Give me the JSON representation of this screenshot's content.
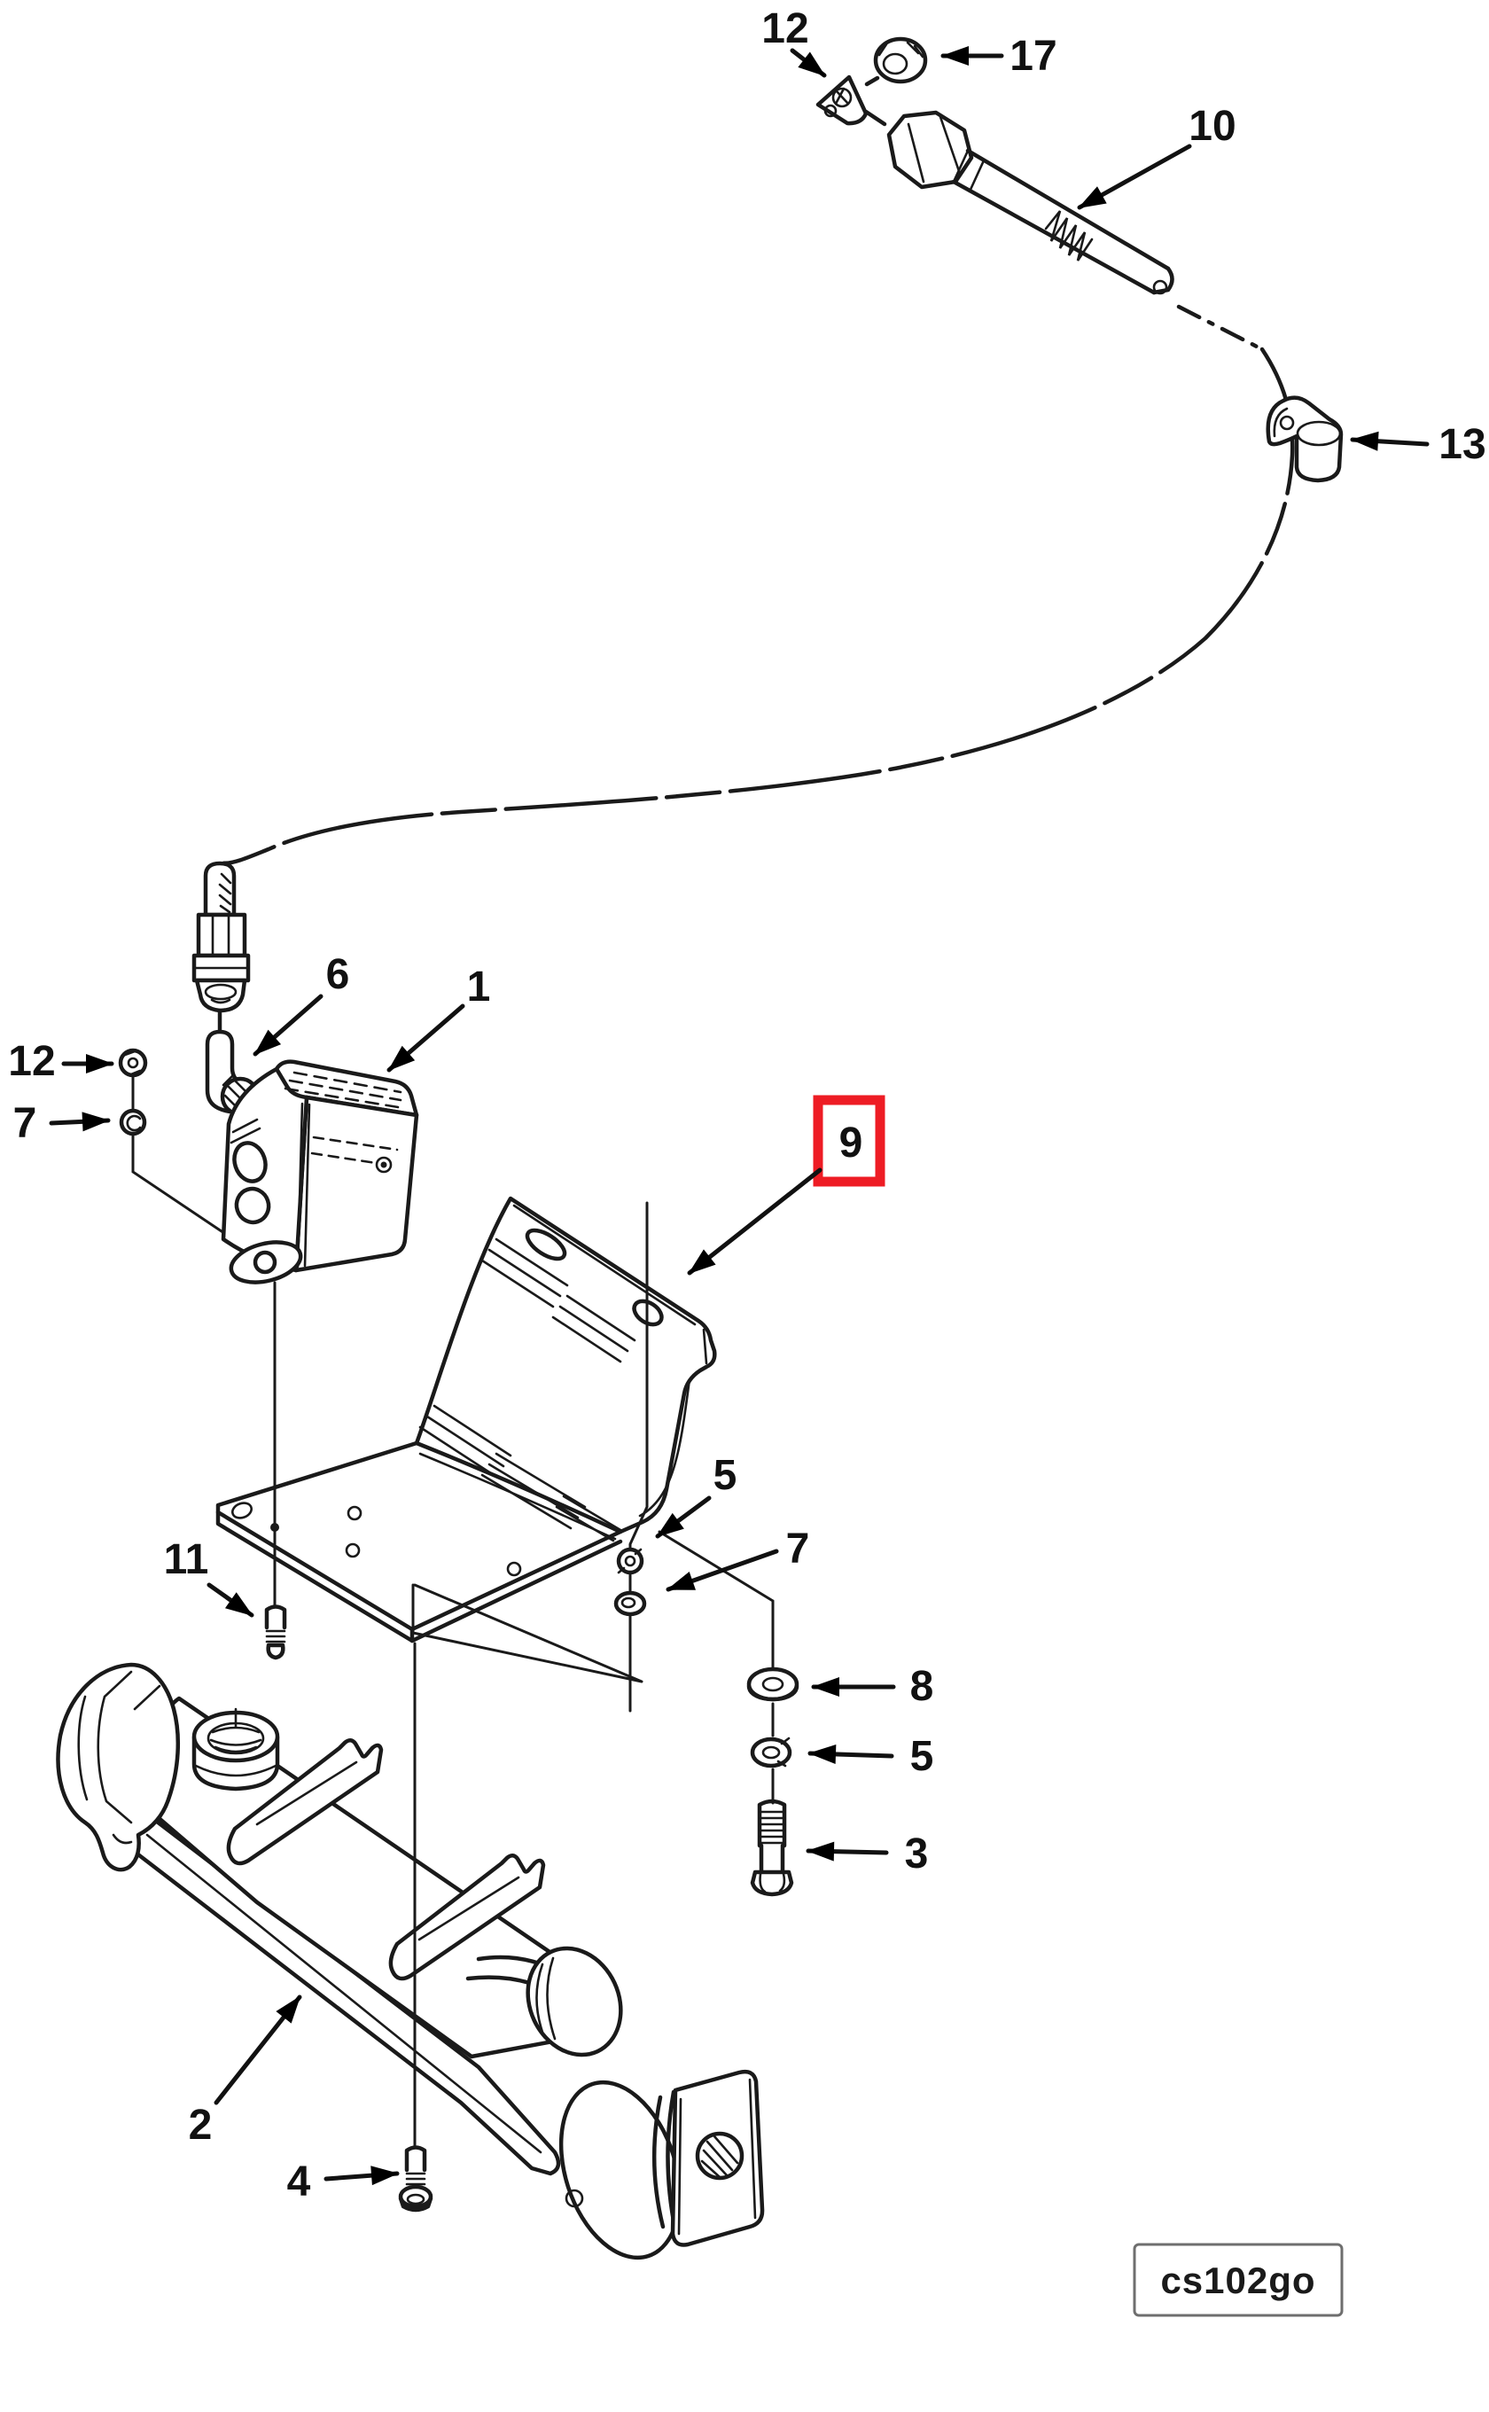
{
  "figure": {
    "type": "exploded-parts-diagram",
    "background": "#ffffff",
    "line_color": "#1a1a1a",
    "highlight_color": "#ee1c24",
    "diagram_code": "cs102go"
  },
  "callouts": [
    {
      "id": "12-top",
      "label": "12",
      "highlighted": false
    },
    {
      "id": "17",
      "label": "17",
      "highlighted": false
    },
    {
      "id": "10",
      "label": "10",
      "highlighted": false
    },
    {
      "id": "13",
      "label": "13",
      "highlighted": false
    },
    {
      "id": "6",
      "label": "6",
      "highlighted": false
    },
    {
      "id": "1",
      "label": "1",
      "highlighted": false
    },
    {
      "id": "12-left",
      "label": "12",
      "highlighted": false
    },
    {
      "id": "7-left",
      "label": "7",
      "highlighted": false
    },
    {
      "id": "9",
      "label": "9",
      "highlighted": true
    },
    {
      "id": "5-upper",
      "label": "5",
      "highlighted": false
    },
    {
      "id": "7-mid",
      "label": "7",
      "highlighted": false
    },
    {
      "id": "8",
      "label": "8",
      "highlighted": false
    },
    {
      "id": "5-lower",
      "label": "5",
      "highlighted": false
    },
    {
      "id": "3",
      "label": "3",
      "highlighted": false
    },
    {
      "id": "11",
      "label": "11",
      "highlighted": false
    },
    {
      "id": "2",
      "label": "2",
      "highlighted": false
    },
    {
      "id": "4",
      "label": "4",
      "highlighted": false
    }
  ],
  "parts": [
    {
      "icon": "clamp-wedge-icon"
    },
    {
      "icon": "nut-icon"
    },
    {
      "icon": "control-rod-icon"
    },
    {
      "icon": "cable-icon"
    },
    {
      "icon": "cable-clamp-icon"
    },
    {
      "icon": "cable-connector-icon"
    },
    {
      "icon": "elbow-fitting-icon"
    },
    {
      "icon": "control-box-icon"
    },
    {
      "icon": "mounting-bracket-icon"
    },
    {
      "icon": "manifold-icon"
    },
    {
      "icon": "pump-icon"
    },
    {
      "icon": "washer-icon"
    },
    {
      "icon": "lock-washer-icon"
    },
    {
      "icon": "bolt-icon"
    },
    {
      "icon": "screw-icon"
    }
  ]
}
